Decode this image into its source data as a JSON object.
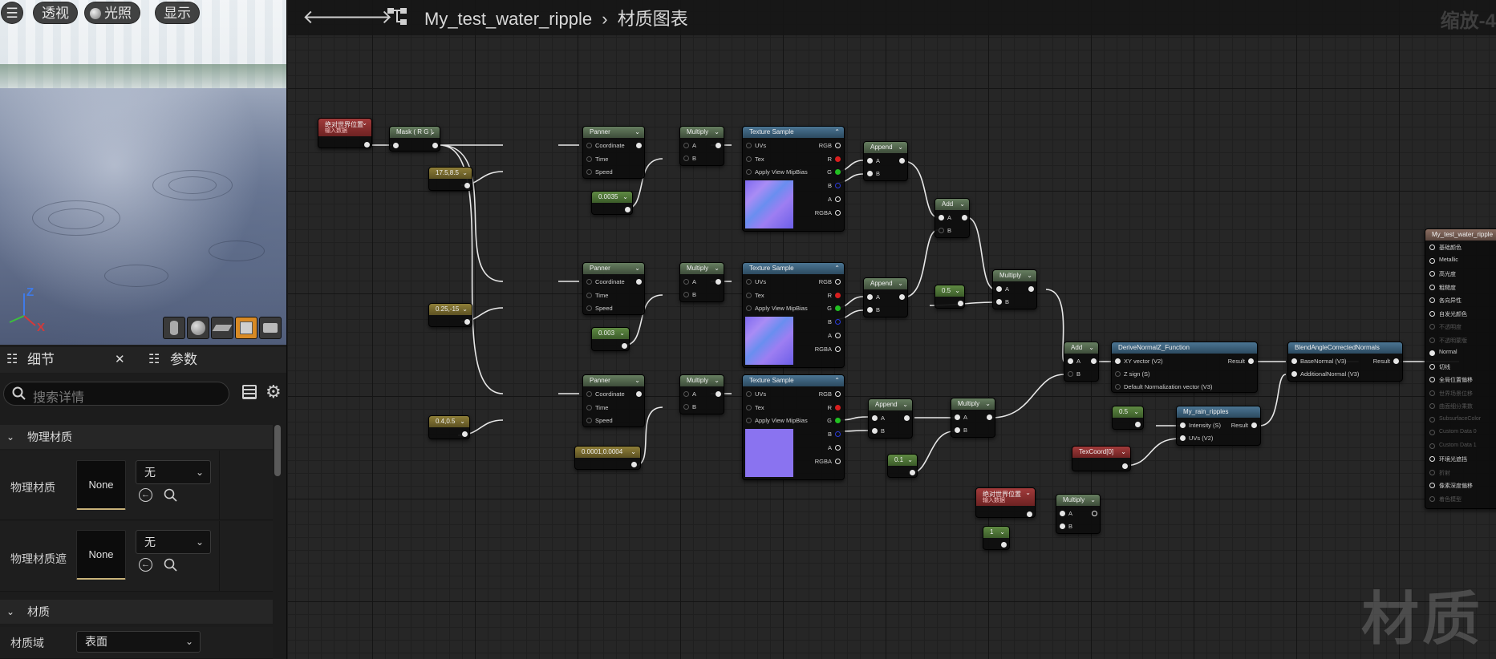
{
  "viewport": {
    "menu_icon": "hamburger-icon",
    "btn_perspective": "透视",
    "btn_lighting": "光照",
    "btn_show": "显示"
  },
  "details": {
    "tab_details": "细节",
    "tab_params": "参数",
    "search_placeholder": "搜索详情",
    "section_physical": "物理材质",
    "row_phys_mat": "物理材质",
    "row_phys_mask": "物理材质遮",
    "thumb_none": "None",
    "combo_none": "无",
    "section_material": "材质",
    "row_domain": "材质域",
    "domain_value": "表面"
  },
  "graph": {
    "asset": "My_test_water_ripple",
    "page": "材质图表",
    "zoom": "缩放-4",
    "watermark": "材质"
  },
  "nodes": {
    "abs_world_title": "绝对世界位置",
    "abs_world_sub": "输入数据",
    "mask": "Mask ( R G )",
    "panner": "Panner",
    "multiply": "Multiply",
    "texture_sample": "Texture Sample",
    "append": "Append",
    "add": "Add",
    "derive": "DeriveNormalZ_Function",
    "blend": "BlendAngleCorrectedNormals",
    "rain": "My_rain_ripples",
    "texcoord": "TexCoord[0]",
    "c1": "17.5,8.5",
    "c2": "0.0035",
    "c3": "0.25,-15",
    "c4": "0.003",
    "c5": "0.4,0.5",
    "c6": "0.0001,0.0004",
    "c7": "0.5",
    "c8": "0.1",
    "c9": "0.5",
    "c10": "1",
    "pin_coordinate": "Coordinate",
    "pin_time": "Time",
    "pin_speed": "Speed",
    "pin_a": "A",
    "pin_b": "B",
    "pin_uvs": "UVs",
    "pin_tex": "Tex",
    "pin_mip": "Apply View MipBias",
    "out_rgb": "RGB",
    "out_r": "R",
    "out_g": "G",
    "out_b": "B",
    "out_a": "A",
    "out_rgba": "RGBA",
    "derive_in1": "XY vector (V2)",
    "derive_in2": "Z sign (S)",
    "derive_in3": "Default Normalization vector (V3)",
    "result": "Result",
    "blend_in1": "BaseNormal (V3)",
    "blend_in2": "AdditionalNormal (V3)",
    "rain_in1": "Intensity (S)",
    "rain_in2": "UVs (V2)"
  },
  "output_node": {
    "title": "My_test_water_ripple",
    "pins": [
      "基础颜色",
      "Metallic",
      "高光度",
      "粗糙度",
      "各向异性",
      "自发光颜色",
      "不透明度",
      "不透明蒙版",
      "Normal",
      "切线",
      "全局位置偏移",
      "世界场景位移",
      "曲面细分乘数",
      "SubsurfaceColor",
      "Custom Data 0",
      "Custom Data 1",
      "环境光遮挡",
      "折射",
      "像素深度偏移",
      "着色模型"
    ],
    "enabled": [
      true,
      true,
      true,
      true,
      true,
      true,
      false,
      false,
      true,
      true,
      true,
      false,
      false,
      false,
      false,
      false,
      true,
      false,
      true,
      false
    ]
  }
}
